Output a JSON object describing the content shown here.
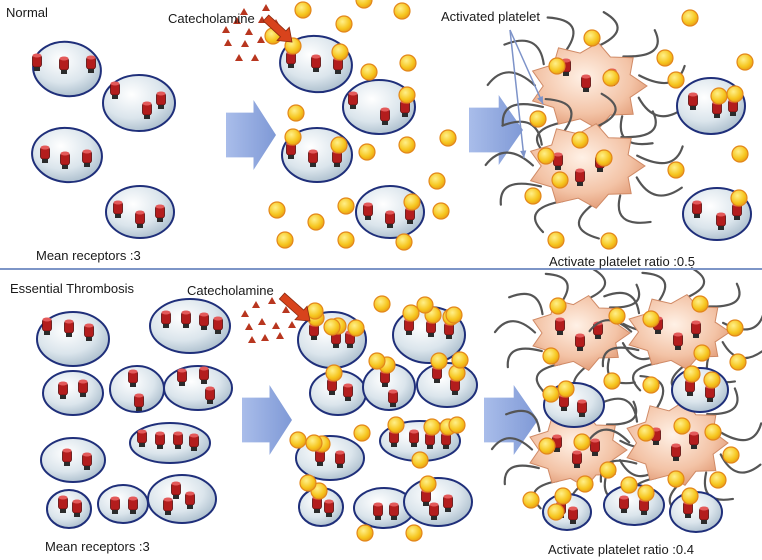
{
  "panels": {
    "normal": {
      "title": "Normal",
      "stimulus": "Catecholamine",
      "activated_label": "Activated platelet",
      "receptors_text": "Mean receptors :3",
      "ratio_text": "Activate platelet ratio :0.5"
    },
    "essential_thrombosis": {
      "title": "Essential Thrombosis",
      "stimulus": "Catecholamine",
      "receptors_text": "Mean receptors :3",
      "ratio_text": "Activate platelet ratio :0.4"
    }
  },
  "colors": {
    "platelet_fill": "#dce6ee",
    "platelet_edge": "#1f2f7a",
    "receptor": "#b31d1d",
    "ligand": "#f4c51a",
    "ligand_edge": "#e3861a",
    "activated": "#f3c0a2",
    "arrow": "#8fa7dd",
    "catecholamine": "#b8361f",
    "divider": "#7d95c7"
  }
}
